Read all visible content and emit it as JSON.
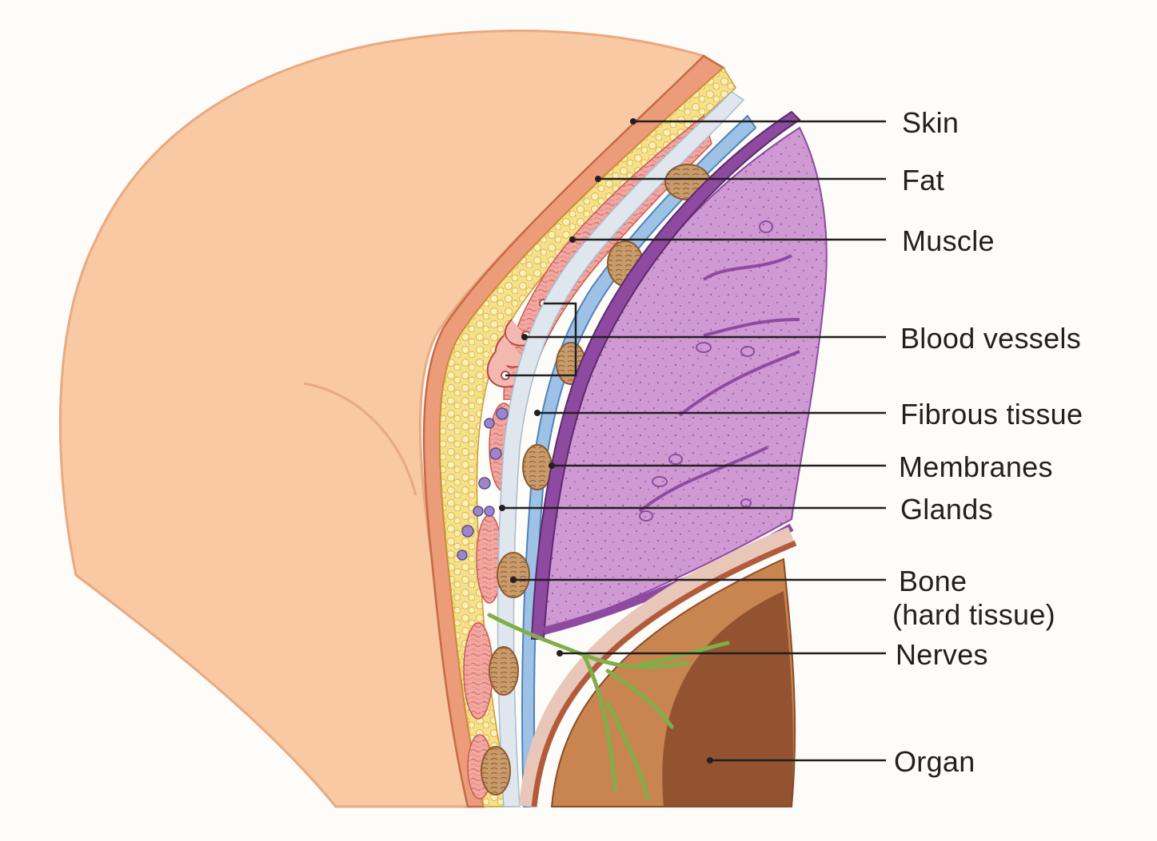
{
  "labels": {
    "skin": "Skin",
    "fat": "Fat",
    "muscle": "Muscle",
    "blood_vessels": "Blood vessels",
    "fibrous_tissue": "Fibrous tissue",
    "membranes": "Membranes",
    "glands": "Glands",
    "bone_line1": "Bone",
    "bone_line2": "(hard tissue)",
    "nerves": "Nerves",
    "organ": "Organ"
  },
  "colors": {
    "background": "#fdfcf8",
    "body_skin": "#f8c9a3",
    "skin_outline": "#e58c67",
    "fat": "#f6e08a",
    "muscle": "#f2a7a0",
    "fibrous": "#dfe6ee",
    "membrane_blue": "#8fb6df",
    "lung_purple": "#c98fcf",
    "membrane_purple": "#8e4aa0",
    "bone": "#b98a5a",
    "organ": "#8a4a2a",
    "nerve": "#7fae4a",
    "gland": "#9a86c8",
    "leader_line": "#231f20"
  }
}
